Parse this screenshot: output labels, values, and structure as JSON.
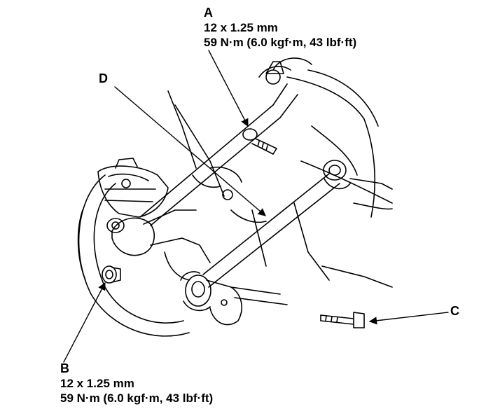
{
  "callouts": {
    "a": {
      "letter": "A",
      "size": "12 x 1.25 mm",
      "torque": "59 N·m (6.0 kgf·m, 43 lbf·ft)"
    },
    "b": {
      "letter": "B",
      "size": "12 x 1.25 mm",
      "torque": "59 N·m (6.0 kgf·m, 43 lbf·ft)"
    },
    "c": {
      "letter": "C"
    },
    "d": {
      "letter": "D"
    }
  },
  "colors": {
    "ink": "#000000",
    "background": "#ffffff"
  }
}
